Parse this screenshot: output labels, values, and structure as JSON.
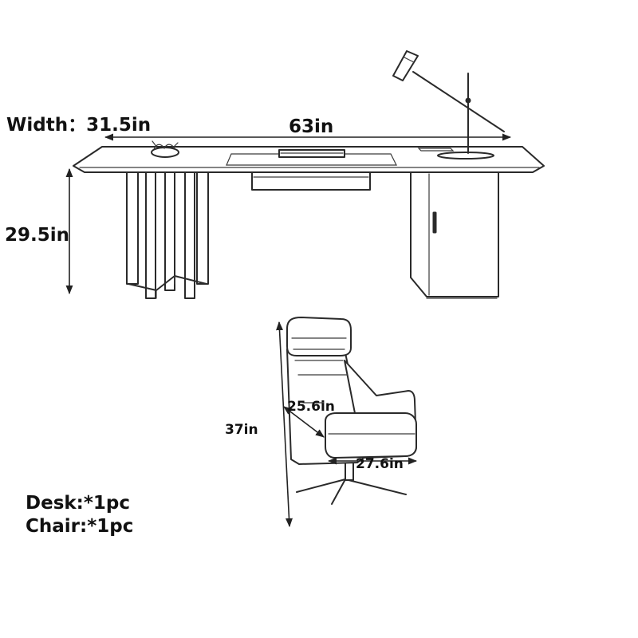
{
  "labels": {
    "width": "Width：31.5in",
    "desk_length": "63in",
    "desk_height": "29.5in",
    "chair_height": "37in",
    "chair_depth": "25.6in",
    "chair_width": "27.6in",
    "desk_qty": "Desk:*1pc",
    "chair_qty": "Chair:*1pc"
  },
  "colors": {
    "ink": "#2a2a2a",
    "background": "#ffffff"
  }
}
